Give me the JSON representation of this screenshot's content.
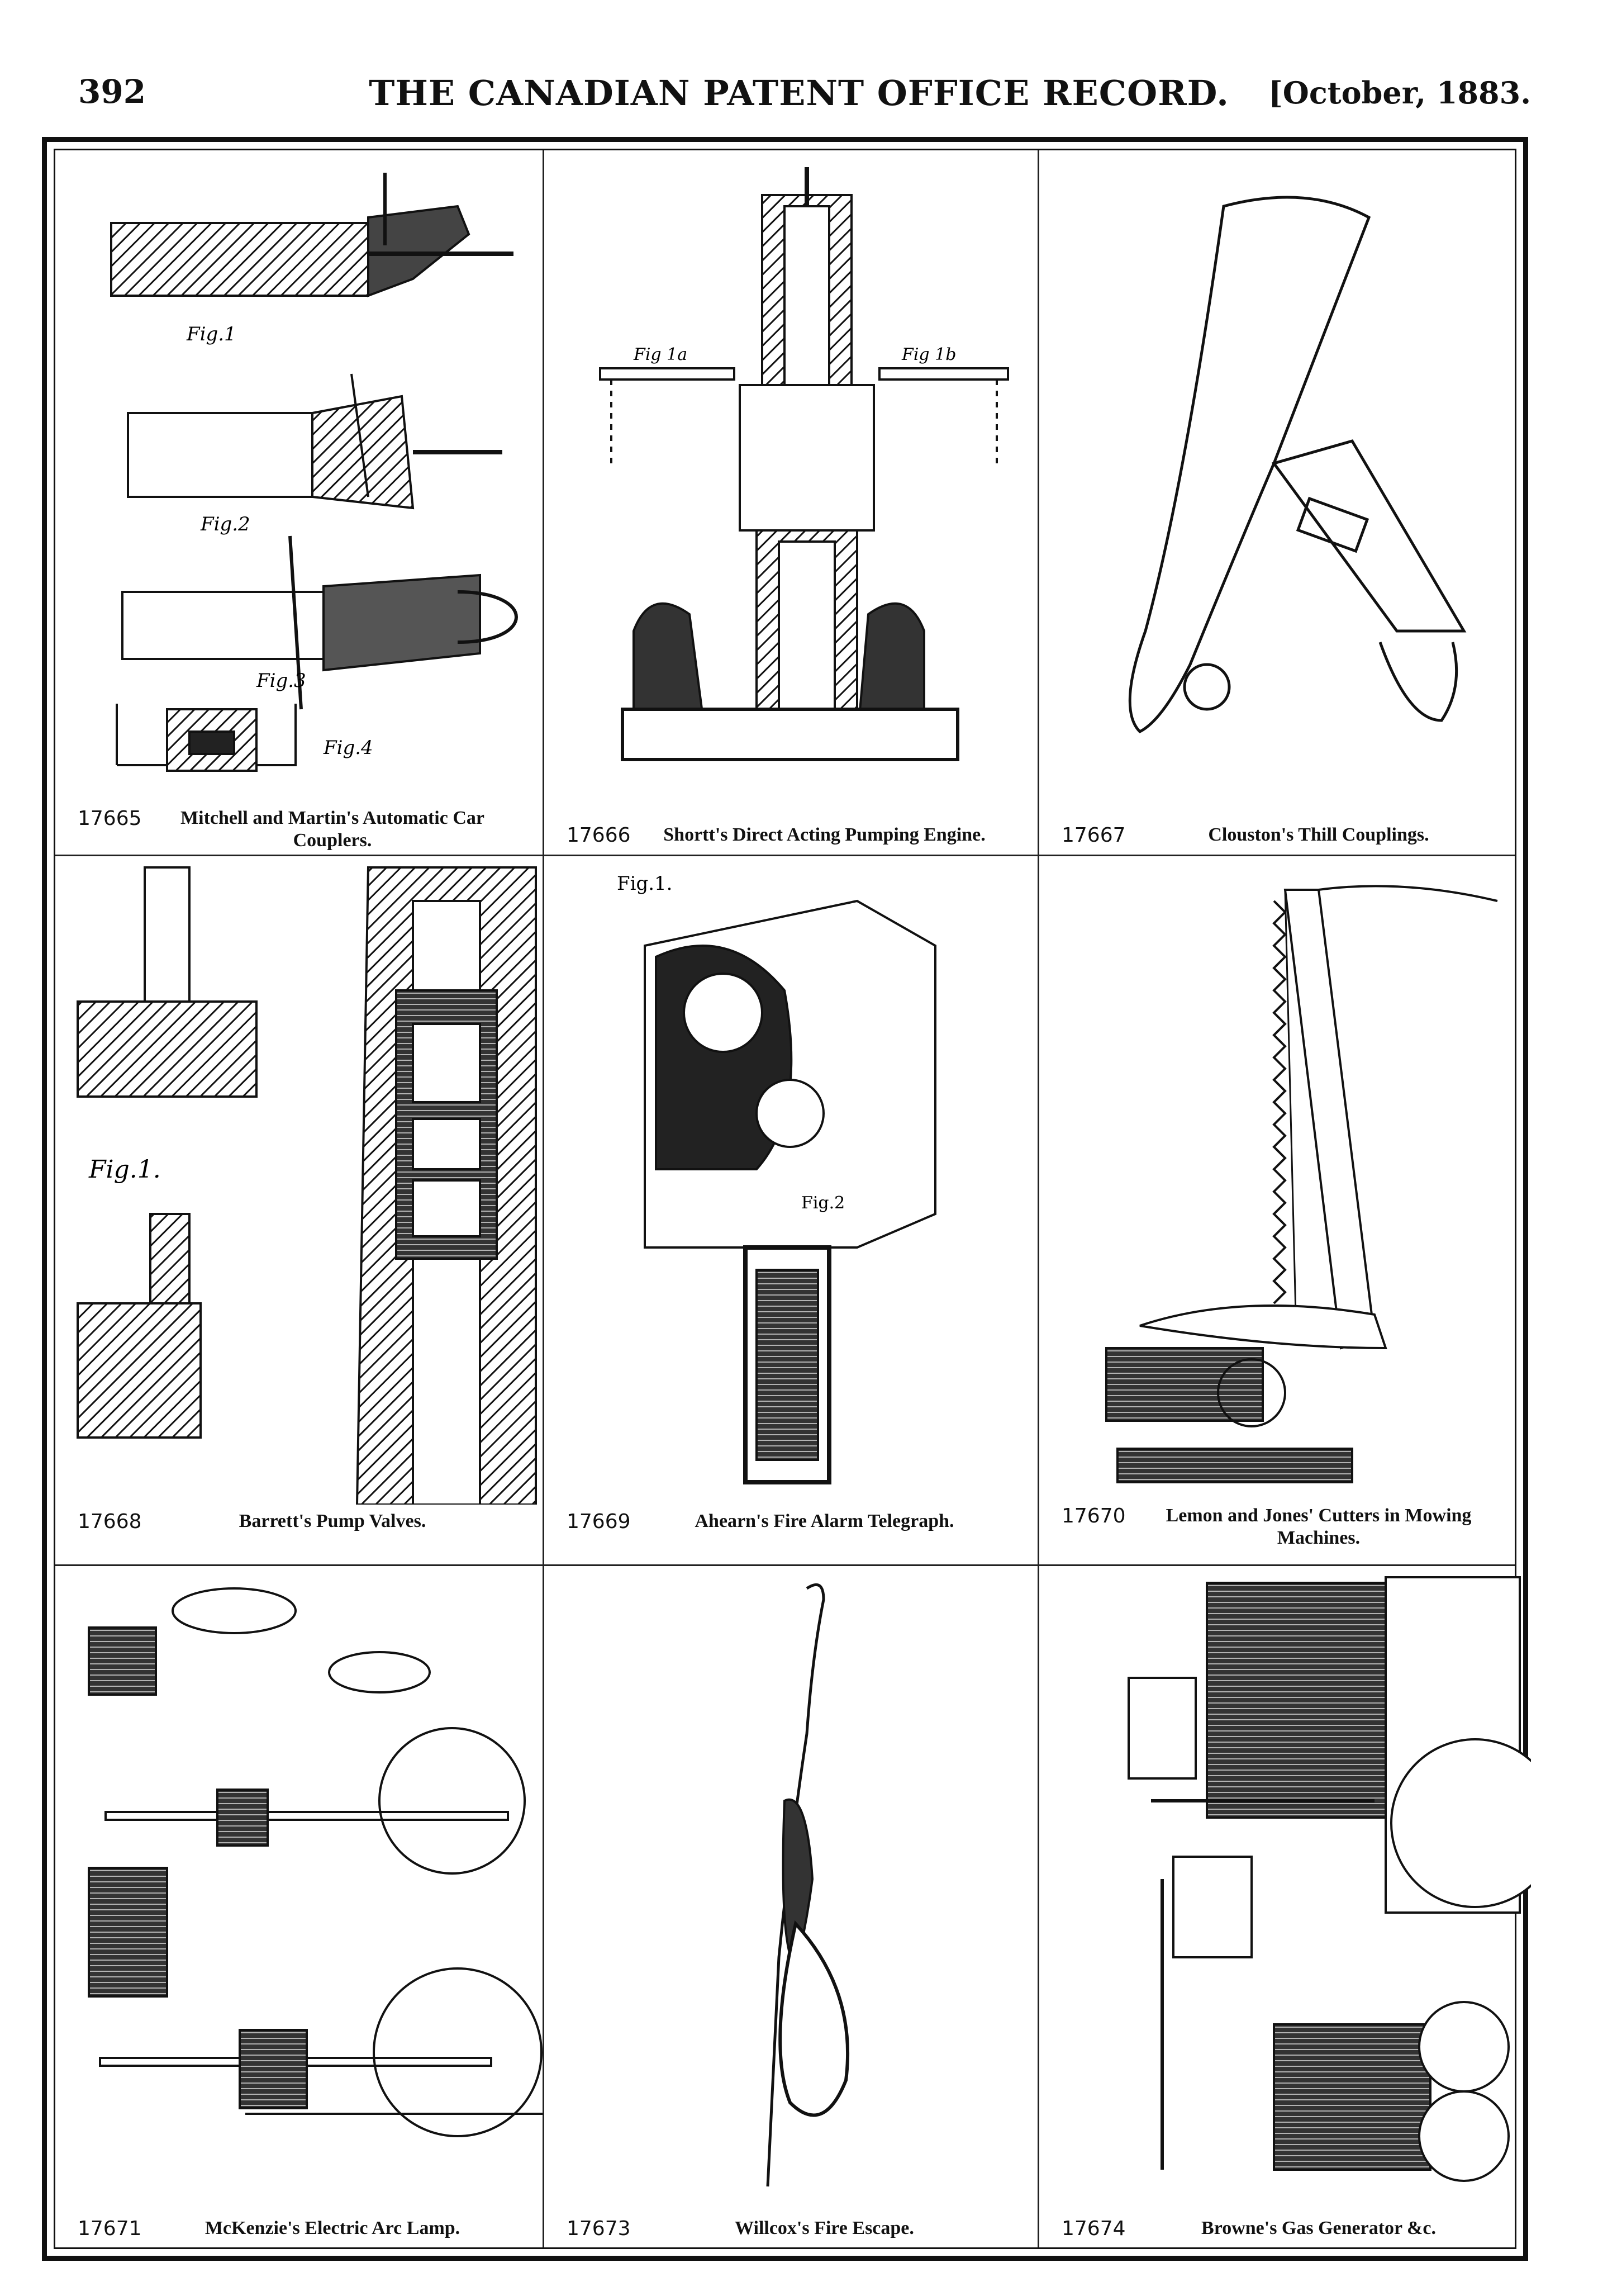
{
  "page": {
    "number": "392",
    "title": "THE CANADIAN PATENT OFFICE RECORD.",
    "date": "[October, 1883."
  },
  "figures": [
    {
      "number": "17665",
      "caption": "Mitchell and Martin's Automatic Car Couplers."
    },
    {
      "number": "17666",
      "caption": "Shortt's Direct Acting Pumping Engine."
    },
    {
      "number": "17667",
      "caption": "Clouston's Thill Couplings."
    },
    {
      "number": "17668",
      "caption": "Barrett's Pump Valves."
    },
    {
      "number": "17669",
      "caption": "Ahearn's Fire Alarm Telegraph."
    },
    {
      "number": "17670",
      "caption": "Lemon and Jones' Cutters in Mowing Machines."
    },
    {
      "number": "17671",
      "caption": "McKenzie's Electric Arc Lamp."
    },
    {
      "number": "17673",
      "caption": "Willcox's Fire Escape."
    },
    {
      "number": "17674",
      "caption": "Browne's Gas Generator &c."
    }
  ],
  "drawing_labels": {
    "fig1": "Fig.1",
    "fig2": "Fig.2",
    "fig3": "Fig.3",
    "fig4": "Fig.4",
    "fig1a": "Fig 1a",
    "fig1b": "Fig 1b",
    "figI": "Fig.1.",
    "figII": "Fig.2"
  }
}
